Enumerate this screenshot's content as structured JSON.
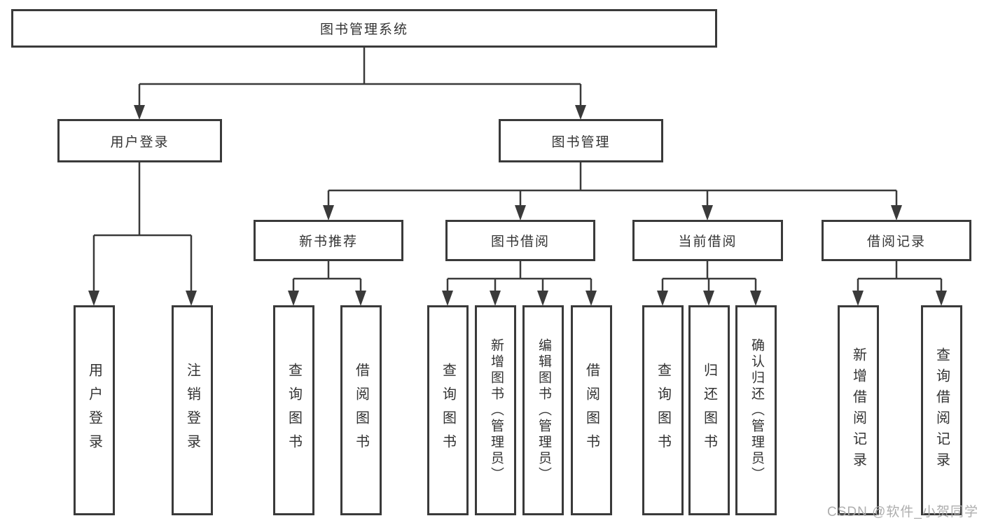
{
  "tree": {
    "label": "图书管理系统",
    "children": [
      {
        "label": "用户登录",
        "children": [
          {
            "label": "用户登录"
          },
          {
            "label": "注销登录"
          }
        ]
      },
      {
        "label": "图书管理",
        "children": [
          {
            "label": "新书推荐",
            "children": [
              {
                "label": "查询图书"
              },
              {
                "label": "借阅图书"
              }
            ]
          },
          {
            "label": "图书借阅",
            "children": [
              {
                "label": "查询图书"
              },
              {
                "label": "新增图书（管理员）"
              },
              {
                "label": "编辑图书（管理员）"
              },
              {
                "label": "借阅图书"
              }
            ]
          },
          {
            "label": "当前借阅",
            "children": [
              {
                "label": "查询图书"
              },
              {
                "label": "归还图书"
              },
              {
                "label": "确认归还（管理员）"
              }
            ]
          },
          {
            "label": "借阅记录",
            "children": [
              {
                "label": "新增借阅记录"
              },
              {
                "label": "查询借阅记录"
              }
            ]
          }
        ]
      }
    ]
  },
  "watermark": {
    "text": "CSDN @软件_小贺同学"
  },
  "colors": {
    "line": "#3a3a3a",
    "text": "#333333",
    "watermark": "#aaaaaa",
    "background": "#ffffff"
  }
}
